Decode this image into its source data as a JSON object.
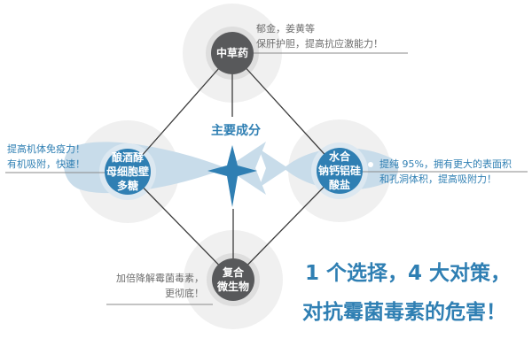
{
  "center": {
    "title": "主要成分"
  },
  "nodes": [
    {
      "key": "herbs",
      "lines": [
        "中草药"
      ],
      "desc": [
        "郁金，姜黄等",
        "保肝护胆，提高抗应激能力！"
      ],
      "color": "#58595b",
      "desc_color": "#6d6d6d"
    },
    {
      "key": "yeast",
      "lines": [
        "酿酒酵",
        "母细胞壁",
        "多糖"
      ],
      "desc": [
        "提高机体免疫力！",
        "有机吸附，快速！"
      ],
      "color": "#2f7fb3",
      "desc_color": "#2f7fb3"
    },
    {
      "key": "silicate",
      "lines": [
        "水合",
        "钠钙铝硅",
        "酸盐"
      ],
      "desc": [
        "提纯 95%，拥有更大的表面积",
        "和孔洞体积，提高吸附力！"
      ],
      "color": "#2f7fb3",
      "desc_color": "#2f7fb3"
    },
    {
      "key": "microbes",
      "lines": [
        "复合",
        "微生物"
      ],
      "desc": [
        "加倍降解霉菌毒素，",
        "更彻底！"
      ],
      "color": "#58595b",
      "desc_color": "#6d6d6d"
    }
  ],
  "slogan": [
    "1 个选择，4 大对策，",
    "对抗霉菌毒素的危害！"
  ],
  "colors": {
    "blue": "#2f7fb3",
    "gray": "#58595b",
    "line": "#3b3b3b",
    "halo": "#eeeeee",
    "fish": "#c8dcea"
  },
  "icons": [
    "fish-icon",
    "four-point-star-icon"
  ]
}
